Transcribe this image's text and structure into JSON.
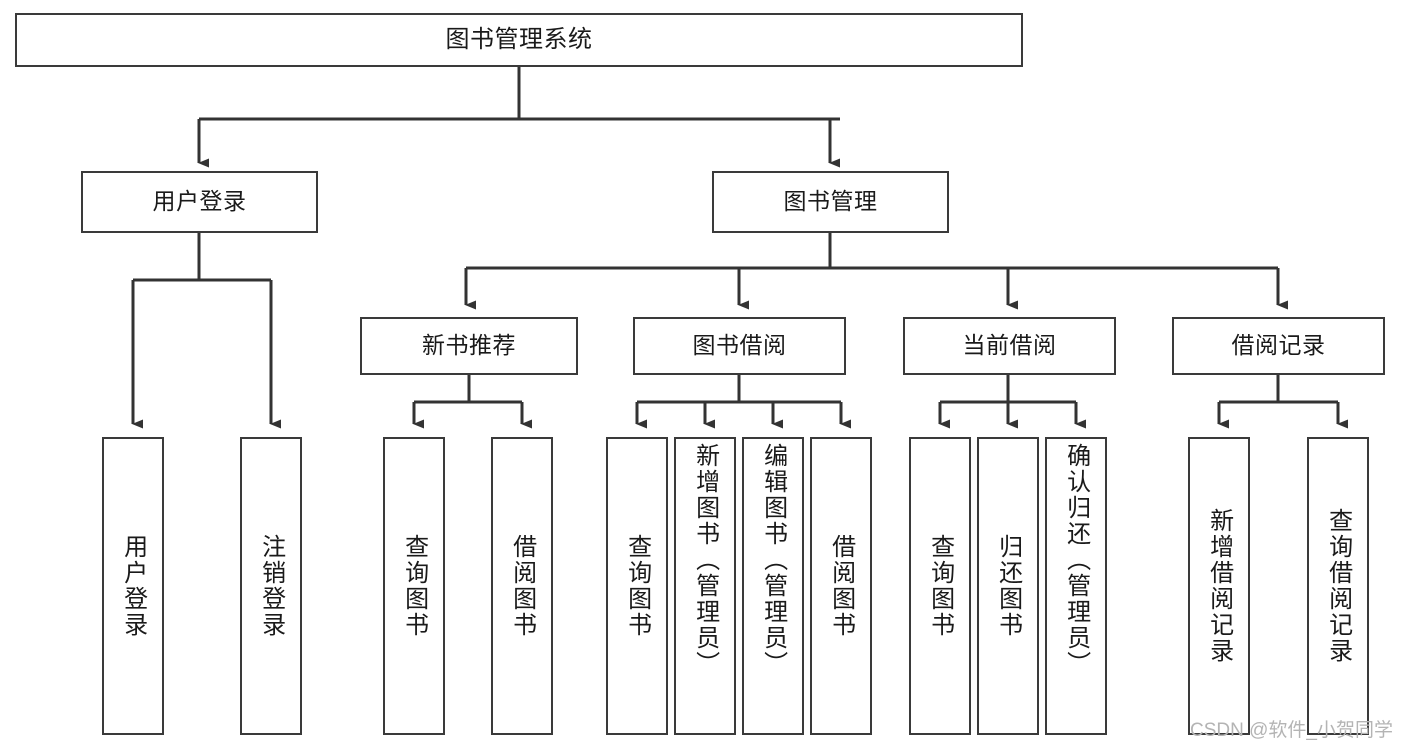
{
  "diagram": {
    "title": "图书管理系统",
    "type": "hierarchy-tree",
    "root": {
      "label": "图书管理系统"
    },
    "level2": [
      {
        "label": "用户登录"
      },
      {
        "label": "图书管理"
      }
    ],
    "level3": [
      {
        "label": "新书推荐"
      },
      {
        "label": "图书借阅"
      },
      {
        "label": "当前借阅"
      },
      {
        "label": "借阅记录"
      }
    ],
    "leaves": {
      "user_login": [
        {
          "label": "用户登录"
        },
        {
          "label": "注销登录"
        }
      ],
      "new_book_recommend": [
        {
          "label": "查询图书"
        },
        {
          "label": "借阅图书"
        }
      ],
      "book_borrow": [
        {
          "label": "查询图书"
        },
        {
          "label": "新增图书（管理员）"
        },
        {
          "label": "编辑图书（管理员）"
        },
        {
          "label": "借阅图书"
        }
      ],
      "current_borrow": [
        {
          "label": "查询图书"
        },
        {
          "label": "归还图书"
        },
        {
          "label": "确认归还（管理员）"
        }
      ],
      "borrow_records": [
        {
          "label": "新增借阅记录"
        },
        {
          "label": "查询借阅记录"
        }
      ]
    }
  },
  "watermark": {
    "text": "CSDN @软件_小贺同学"
  },
  "colors": {
    "border": "#3a3a3a",
    "text": "#1a1a1a",
    "background": "#ffffff",
    "watermark": "#b4b4b4"
  }
}
